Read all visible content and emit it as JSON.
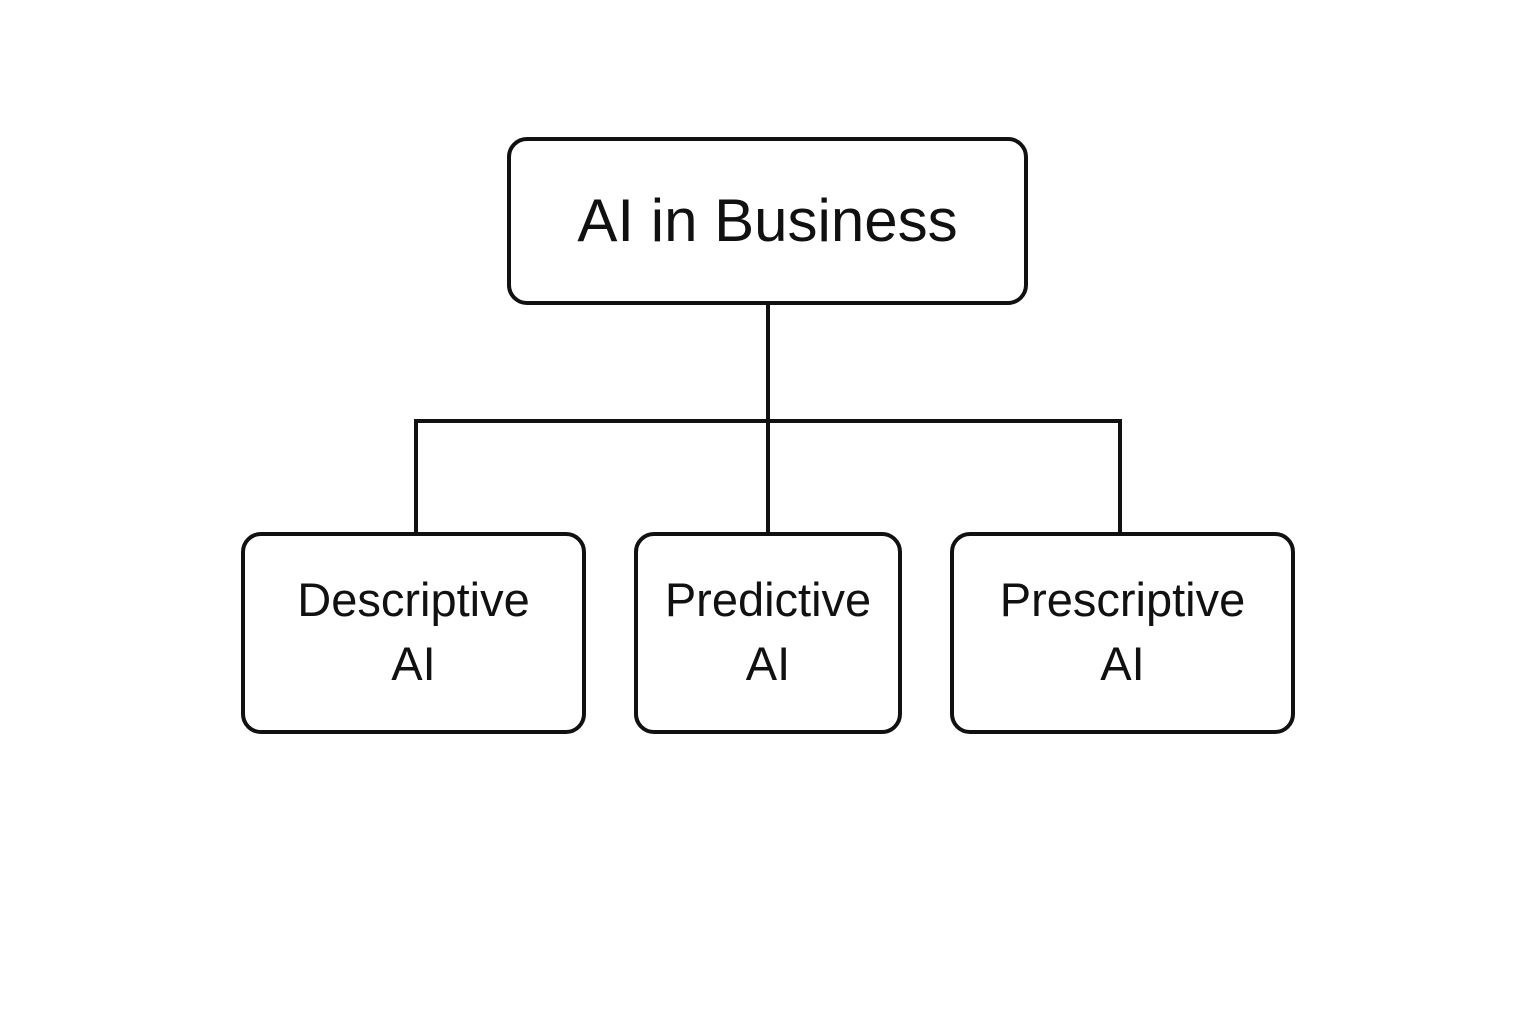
{
  "diagram": {
    "root": {
      "label": "AI in Business"
    },
    "children": [
      {
        "line1": "Descriptive",
        "line2": "AI"
      },
      {
        "line1": "Predictive",
        "line2": "AI"
      },
      {
        "line1": "Prescriptive",
        "line2": "AI"
      }
    ]
  },
  "colors": {
    "stroke": "#111111",
    "background": "#ffffff"
  }
}
